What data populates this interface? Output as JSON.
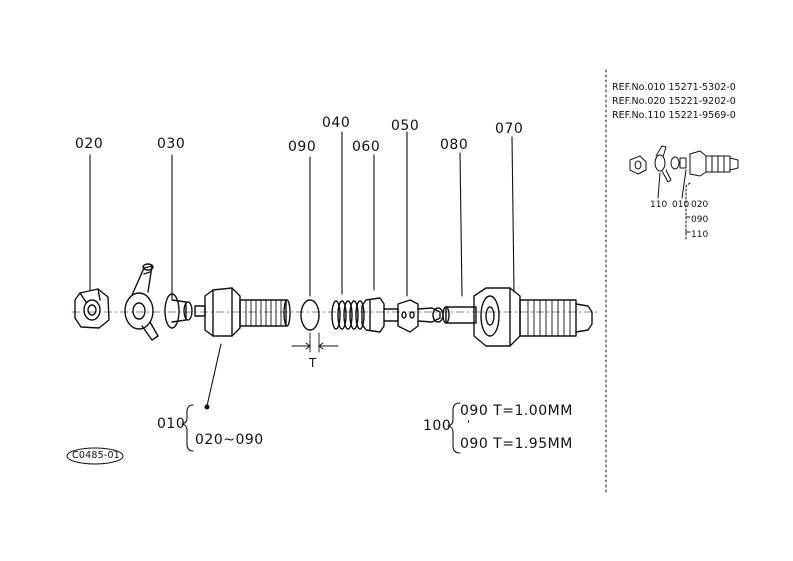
{
  "parts": [
    {
      "id": "020",
      "name": "part-020"
    },
    {
      "id": "030",
      "name": "part-030"
    },
    {
      "id": "090",
      "name": "part-090"
    },
    {
      "id": "040",
      "name": "part-040"
    },
    {
      "id": "060",
      "name": "part-060"
    },
    {
      "id": "050",
      "name": "part-050"
    },
    {
      "id": "080",
      "name": "part-080"
    },
    {
      "id": "070",
      "name": "part-070"
    }
  ],
  "thickness_label": "T",
  "assembly": {
    "number": "010",
    "range": "020~090"
  },
  "option": {
    "number": "100",
    "line1": "090  T=1.00MM",
    "separator": "'",
    "line2": "090  T=1.95MM"
  },
  "figure_code": "C0485-01",
  "refs": [
    "REF.No.010  15271-5302-0",
    "REF.No.020  15221-9202-0",
    "REF.No.110  15221-9569-0"
  ],
  "inset": {
    "label_110": "110",
    "label_010": "010",
    "label_020": "020",
    "label_090": "090",
    "label_110b": "110"
  }
}
